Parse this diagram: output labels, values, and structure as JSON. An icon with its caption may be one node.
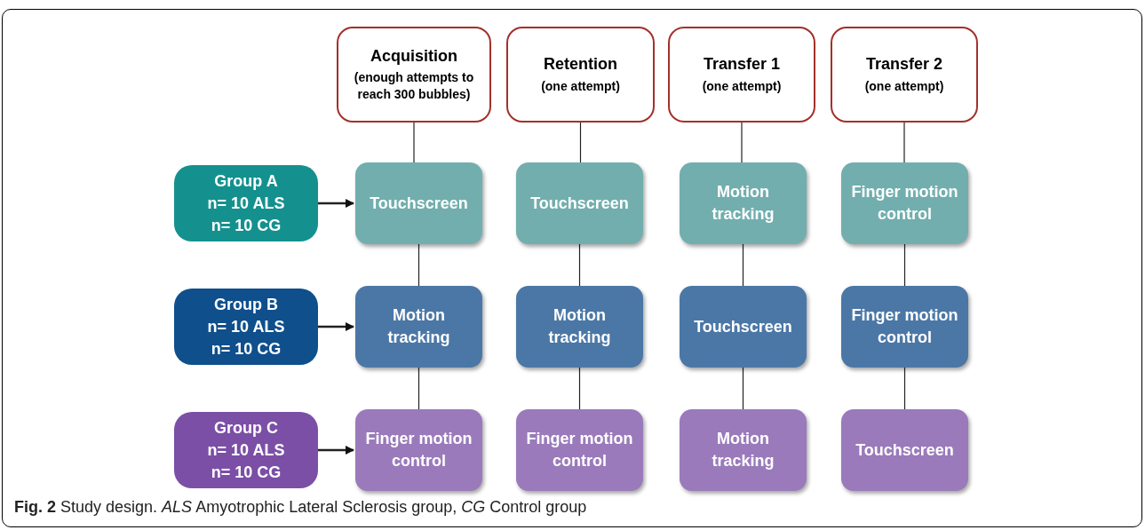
{
  "diagram": {
    "caption": "**Fig. 2** Study design. *ALS* Amyotrophic Lateral Sclerosis group, *CG* Control group",
    "nodes": [
      {
        "text": [
          "Acquisition",
          "(enough attempts to reach 300 bubbles)"
        ]
      },
      {
        "text": [
          "Retention",
          "(one attempt)"
        ]
      },
      {
        "text": [
          "Transfer 1",
          "(one attempt)"
        ]
      },
      {
        "text": [
          "Transfer 2",
          "(one attempt)"
        ]
      },
      {
        "text": [
          "Group A",
          "n= 10 ALS",
          "n= 10 CG"
        ]
      },
      {
        "text": [
          "Touchscreen"
        ]
      },
      {
        "text": [
          "Touchscreen"
        ]
      },
      {
        "text": [
          "Motion tracking"
        ]
      },
      {
        "text": [
          "Finger motion control"
        ]
      },
      {
        "text": [
          "Group B",
          "n= 10 ALS",
          "n= 10 CG"
        ]
      },
      {
        "text": [
          "Motion tracking"
        ]
      },
      {
        "text": [
          "Motion tracking"
        ]
      },
      {
        "text": [
          "Touchscreen"
        ]
      },
      {
        "text": [
          "Finger motion control"
        ]
      },
      {
        "text": [
          "Group C",
          "n= 10 ALS",
          "n= 10 CG"
        ]
      },
      {
        "text": [
          "Finger motion control"
        ]
      },
      {
        "text": [
          "Finger motion control"
        ]
      },
      {
        "text": [
          "Motion tracking"
        ]
      },
      {
        "text": [
          "Touchscreen"
        ]
      }
    ],
    "edges": [
      {
        "from": 0,
        "to": 5,
        "arrow": "none"
      },
      {
        "from": 1,
        "to": 6,
        "arrow": "none"
      },
      {
        "from": 2,
        "to": 7,
        "arrow": "none"
      },
      {
        "from": 3,
        "to": 8,
        "arrow": "none"
      },
      {
        "from": 4,
        "to": 5,
        "arrow": "to"
      },
      {
        "from": 5,
        "to": 10,
        "arrow": "none"
      },
      {
        "from": 6,
        "to": 11,
        "arrow": "none"
      },
      {
        "from": 7,
        "to": 12,
        "arrow": "none"
      },
      {
        "from": 8,
        "to": 13,
        "arrow": "none"
      },
      {
        "from": 9,
        "to": 10,
        "arrow": "to"
      },
      {
        "from": 10,
        "to": 15,
        "arrow": "none"
      },
      {
        "from": 11,
        "to": 16,
        "arrow": "none"
      },
      {
        "from": 12,
        "to": 17,
        "arrow": "none"
      },
      {
        "from": 13,
        "to": 18,
        "arrow": "none"
      },
      {
        "from": 14,
        "to": 15,
        "arrow": "to"
      }
    ]
  }
}
